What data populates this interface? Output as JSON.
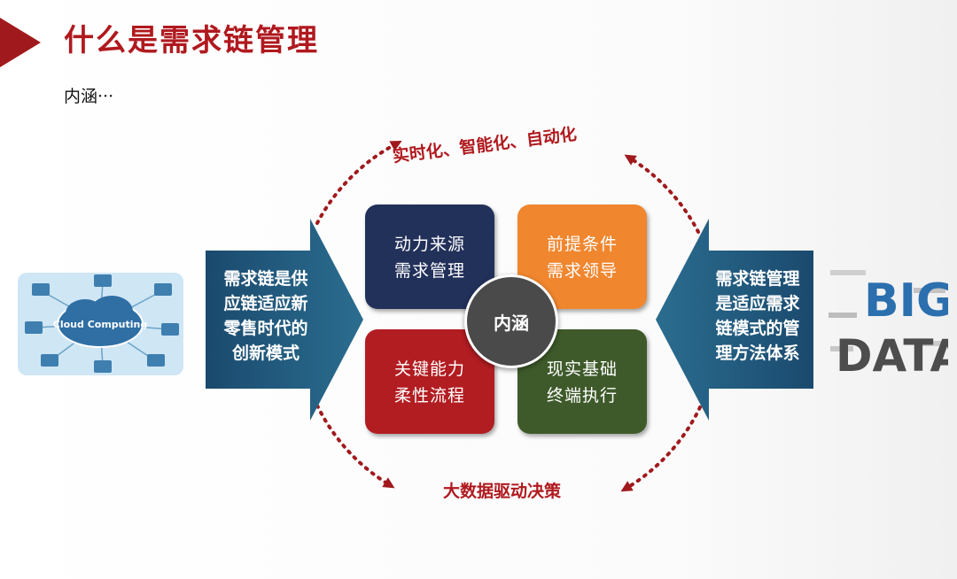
{
  "slide": {
    "title": "什么是需求链管理",
    "subtitle": "内涵···"
  },
  "left_arrow": {
    "text": "需求链是供\n应链适应新\n零售时代的\n创新模式",
    "color": "#1f4f73"
  },
  "right_arrow": {
    "text": "需求链管理\n是适应需求\n链模式的管\n理方法体系",
    "color": "#1f4f73"
  },
  "quadrants": {
    "top_left": {
      "text": "动力来源\n需求管理",
      "color": "#22315a"
    },
    "top_right": {
      "text": "前提条件\n需求领导",
      "color": "#f0862e"
    },
    "bottom_left": {
      "text": "关键能力\n柔性流程",
      "color": "#b21d22"
    },
    "bottom_right": {
      "text": "现实基础\n终端执行",
      "color": "#3e5a2a"
    }
  },
  "center": {
    "text": "内涵"
  },
  "arc_labels": {
    "top": "实时化、智能化、自动化",
    "bottom": "大数据驱动决策"
  },
  "decorations": {
    "cloud_image": {
      "text": "Cloud Computing"
    },
    "bigdata_image": {
      "line1": "BIG",
      "line2": "DATA"
    }
  },
  "colors": {
    "accent_red": "#b0191e",
    "arc_dots": "#a0191c"
  }
}
